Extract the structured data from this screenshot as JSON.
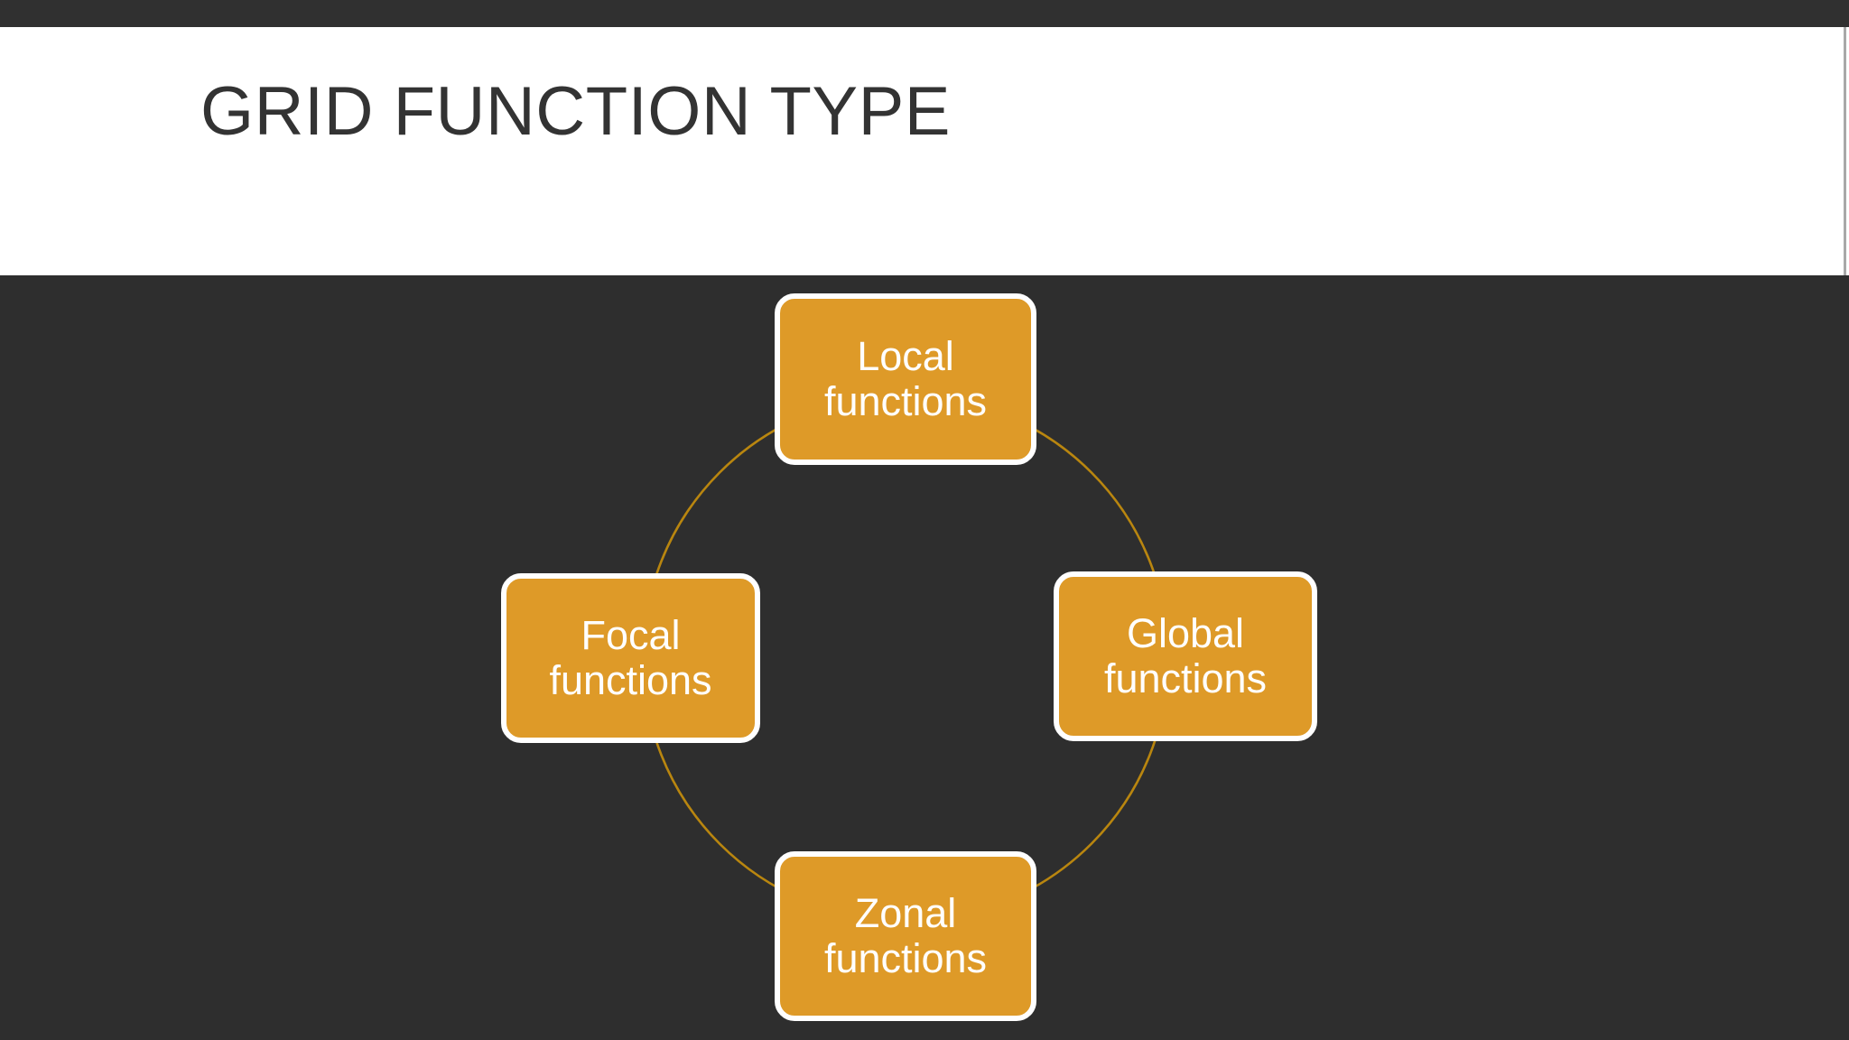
{
  "slide": {
    "title": "GRID FUNCTION TYPE",
    "background_dark": "#2e2e2e",
    "background_light": "#ffffff",
    "title_color": "#333333",
    "accent_color": "#de9a28",
    "ring_color": "#b9860f",
    "node_border_color": "#ffffff",
    "node_text_color": "#ffffff"
  },
  "diagram": {
    "type": "cycle",
    "ring_label": "cycle-ring",
    "nodes": [
      {
        "id": "local",
        "position": "top",
        "label": "Local\nfunctions"
      },
      {
        "id": "global",
        "position": "right",
        "label": "Global\nfunctions"
      },
      {
        "id": "zonal",
        "position": "bottom",
        "label": "Zonal\nfunctions"
      },
      {
        "id": "focal",
        "position": "left",
        "label": "Focal\nfunctions"
      }
    ]
  }
}
